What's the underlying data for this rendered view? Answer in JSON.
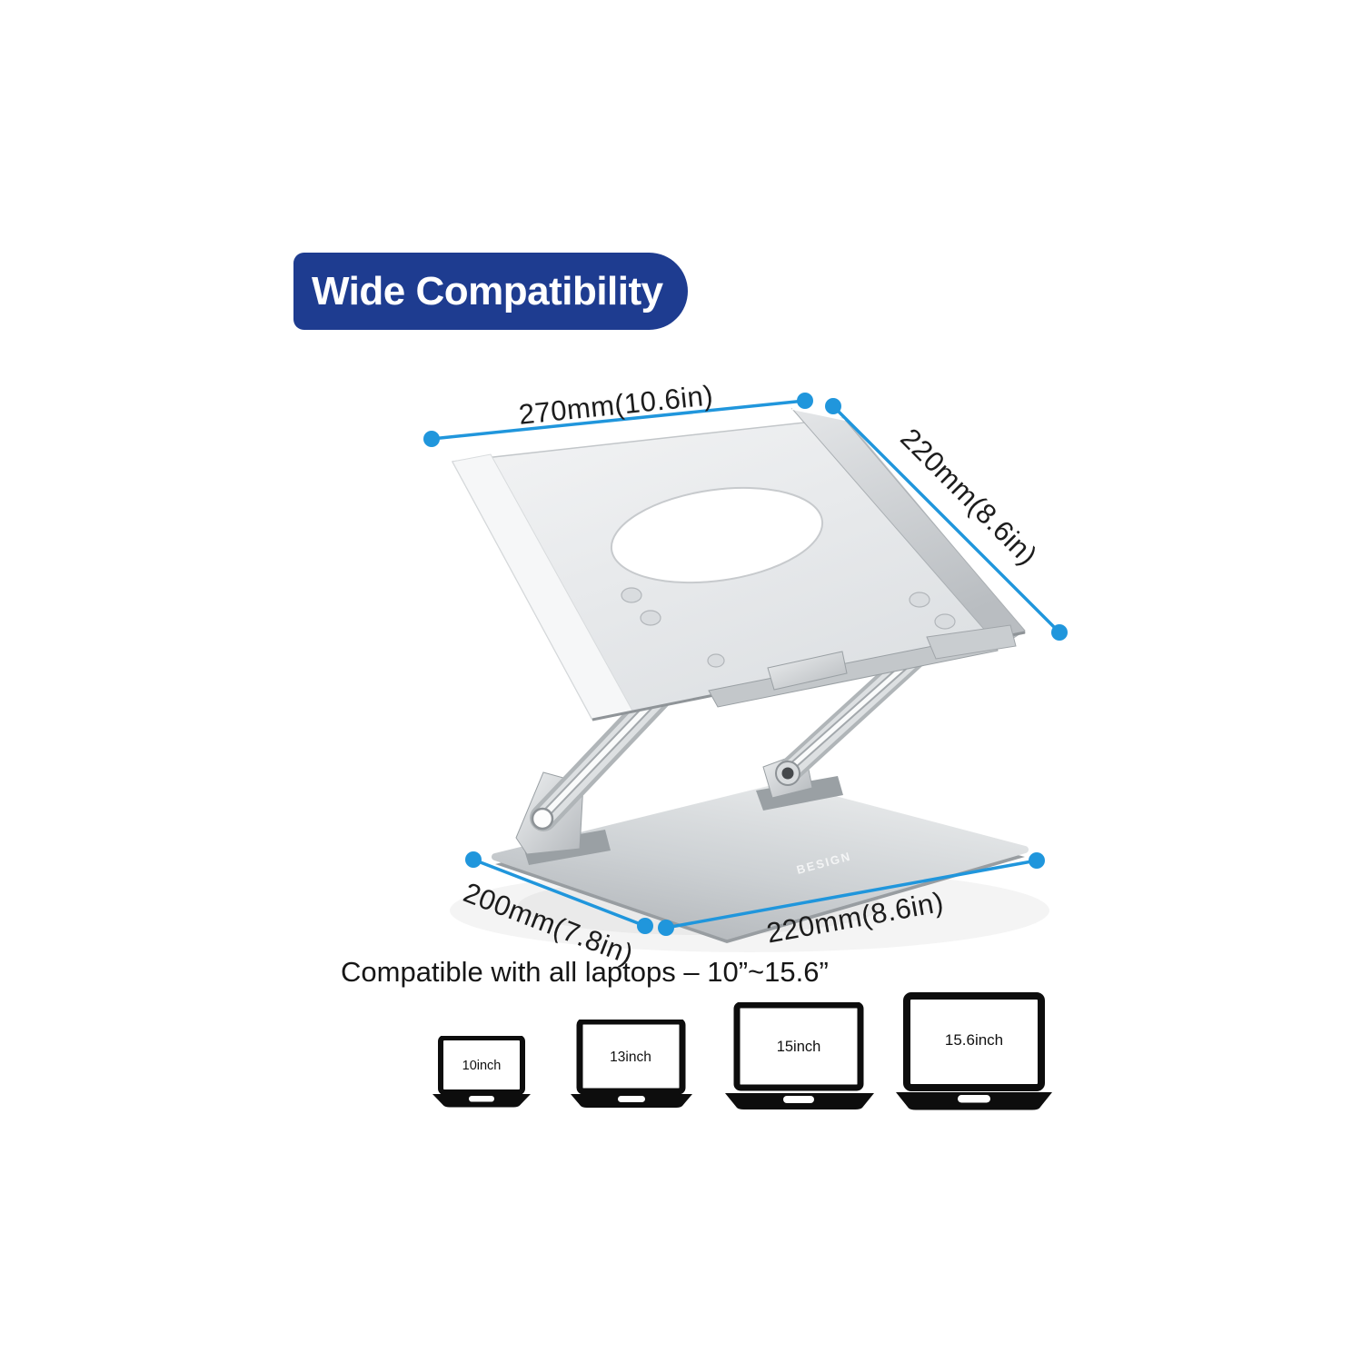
{
  "banner": {
    "label": "Wide Compatibility",
    "bg_color": "#1e3c90",
    "text_color": "#ffffff"
  },
  "dimensions": {
    "line_color": "#2096dc",
    "top_width": "270mm(10.6in)",
    "side_depth": "220mm(8.6in)",
    "base_depth": "200mm(7.8in)",
    "base_width": "220mm(8.6in)"
  },
  "stand": {
    "brand_engraving": "BESIGN"
  },
  "caption": "Compatible with all laptops – 10”~15.6”",
  "laptops": [
    {
      "label": "10inch"
    },
    {
      "label": "13inch"
    },
    {
      "label": "15inch"
    },
    {
      "label": "15.6inch"
    }
  ]
}
